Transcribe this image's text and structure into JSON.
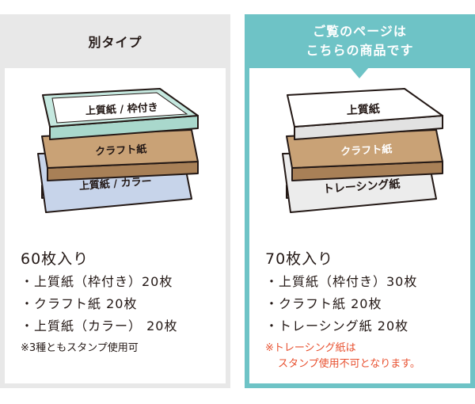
{
  "left": {
    "header": "別タイプ",
    "sheets": [
      "上質紙 / 枠付き",
      "クラフト紙",
      "上質紙 / カラー"
    ],
    "title": "60枚入り",
    "items": [
      "・上質紙（枠付き）20枚",
      "・クラフト紙 20枚",
      "・上質紙（カラー） 20枚"
    ],
    "note": "※3種ともスタンプ使用可"
  },
  "right": {
    "header_line1": "ご覧のページは",
    "header_line2": "こちらの商品です",
    "sheets": [
      "上質紙",
      "クラフト紙",
      "トレーシング紙"
    ],
    "title": "70枚入り",
    "items": [
      "・上質紙（枠付き）30枚",
      "・クラフト紙 20枚",
      "・トレーシング紙 20枚"
    ],
    "note_line1": "※トレーシング紙は",
    "note_line2": "スタンプ使用不可となります。"
  },
  "colors": {
    "teal": "#6ec3c6",
    "gray": "#e8e8e8",
    "kraft": "#c9a276",
    "mint": "#c5e8df",
    "lavender": "#c7d4ea",
    "tracing": "#ececec",
    "note_red": "#e8502f"
  }
}
